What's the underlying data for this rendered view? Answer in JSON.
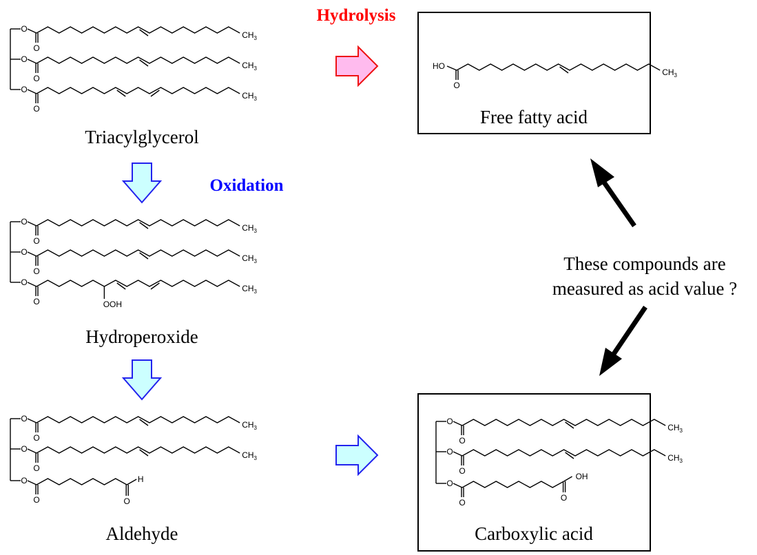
{
  "labels": {
    "hydrolysis": "Hydrolysis",
    "oxidation": "Oxidation",
    "triacylglycerol": "Triacylglycerol",
    "hydroperoxide": "Hydroperoxide",
    "aldehyde": "Aldehyde",
    "free_fatty_acid": "Free fatty acid",
    "carboxylic_acid": "Carboxylic acid",
    "note_line1": "These compounds are",
    "note_line2": "measured as acid value ?"
  },
  "atoms": {
    "O": "O",
    "H": "H",
    "C": "C",
    "OOH": "OOH",
    "HO": "HO",
    "OH": "OH",
    "methyl_H": "H",
    "methyl_sub": "3"
  },
  "colors": {
    "hydrolysis": "#ff0000",
    "oxidation": "#0000ff",
    "hydrolysis_arrow_fill": "#ffbbee",
    "hydrolysis_arrow_stroke": "#ee1111",
    "oxidation_arrow_fill": "#ccffff",
    "oxidation_arrow_stroke": "#2222ee"
  }
}
